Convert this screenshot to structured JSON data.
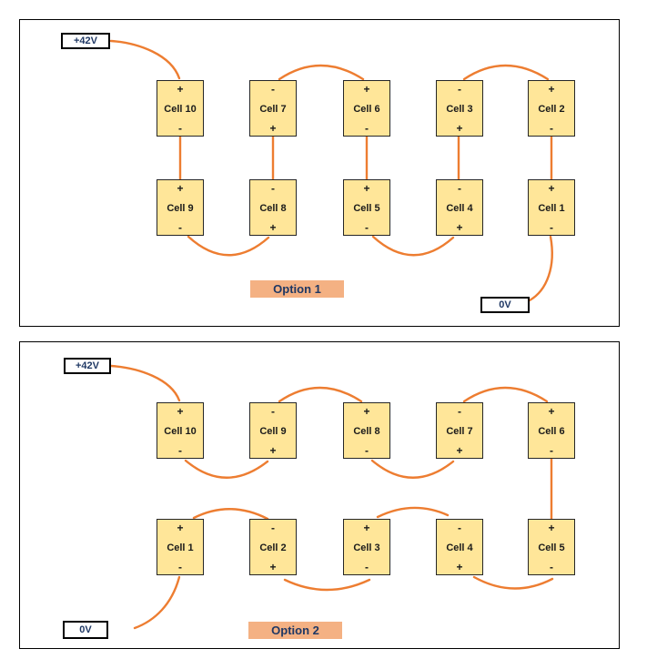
{
  "colors": {
    "wire": "#ED7D31",
    "cell_fill": "#FFE699",
    "cell_border": "#262626",
    "label_bg": "#F4B183",
    "label_text": "#1F3864",
    "cell_text": "#1a1a1a",
    "box_border": "#000000"
  },
  "panels": [
    {
      "id": "option-1",
      "label": "Option 1",
      "supply_label": "+42V",
      "ground_label": "0V",
      "top_row": [
        {
          "name": "Cell 10",
          "top_sign": "+",
          "bottom_sign": "-"
        },
        {
          "name": "Cell 7",
          "top_sign": "-",
          "bottom_sign": "+"
        },
        {
          "name": "Cell 6",
          "top_sign": "+",
          "bottom_sign": "-"
        },
        {
          "name": "Cell 3",
          "top_sign": "-",
          "bottom_sign": "+"
        },
        {
          "name": "Cell 2",
          "top_sign": "+",
          "bottom_sign": "-"
        }
      ],
      "bottom_row": [
        {
          "name": "Cell 9",
          "top_sign": "+",
          "bottom_sign": "-"
        },
        {
          "name": "Cell 8",
          "top_sign": "-",
          "bottom_sign": "+"
        },
        {
          "name": "Cell 5",
          "top_sign": "+",
          "bottom_sign": "-"
        },
        {
          "name": "Cell 4",
          "top_sign": "-",
          "bottom_sign": "+"
        },
        {
          "name": "Cell 1",
          "top_sign": "+",
          "bottom_sign": "-"
        }
      ]
    },
    {
      "id": "option-2",
      "label": "Option 2",
      "supply_label": "+42V",
      "ground_label": "0V",
      "top_row": [
        {
          "name": "Cell 10",
          "top_sign": "+",
          "bottom_sign": "-"
        },
        {
          "name": "Cell 9",
          "top_sign": "-",
          "bottom_sign": "+"
        },
        {
          "name": "Cell 8",
          "top_sign": "+",
          "bottom_sign": "-"
        },
        {
          "name": "Cell 7",
          "top_sign": "-",
          "bottom_sign": "+"
        },
        {
          "name": "Cell 6",
          "top_sign": "+",
          "bottom_sign": "-"
        }
      ],
      "bottom_row": [
        {
          "name": "Cell 1",
          "top_sign": "+",
          "bottom_sign": "-"
        },
        {
          "name": "Cell 2",
          "top_sign": "-",
          "bottom_sign": "+"
        },
        {
          "name": "Cell 3",
          "top_sign": "+",
          "bottom_sign": "-"
        },
        {
          "name": "Cell 4",
          "top_sign": "-",
          "bottom_sign": "+"
        },
        {
          "name": "Cell 5",
          "top_sign": "+",
          "bottom_sign": "-"
        }
      ]
    }
  ]
}
